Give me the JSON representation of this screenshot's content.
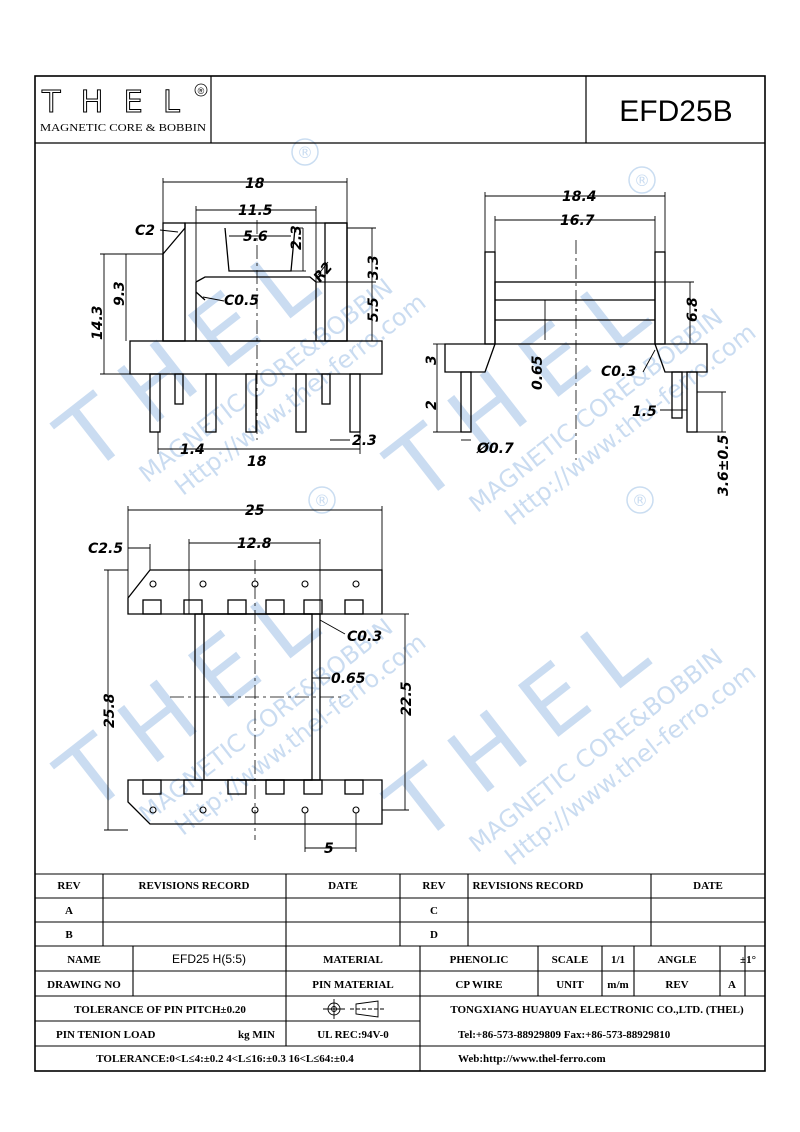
{
  "header": {
    "logo_text": "THEL",
    "logo_registered": "®",
    "logo_subtitle": "MAGNETIC CORE & BOBBIN",
    "part_number": "EFD25B"
  },
  "watermark": {
    "logo": "THEL",
    "line1": "MAGNETIC CORE&BOBBIN",
    "line2": "Http://www.thel-ferro.com",
    "mark": "®"
  },
  "dimensions": {
    "front": {
      "width_top": "18",
      "inner_width": "11.5",
      "slot_width": "5.6",
      "slot_depth": "2.3",
      "chamfer": "C2",
      "radius": "R2",
      "height_total": "14.3",
      "height_body": "9.3",
      "top_step": "3.3",
      "mid_height": "5.5",
      "inner_chamfer": "C0.5",
      "pin_dia_pitch": "1.4",
      "pin_offset": "2.3",
      "base_width": "18"
    },
    "side": {
      "width_total": "18.4",
      "width_inner": "16.7",
      "flange_height": "6.8",
      "wall": "0.65",
      "chamfer": "C0.3",
      "base_height": "3",
      "pin_stub": "2",
      "pin_dia": "Ø0.7",
      "pin_gap": "1.5",
      "pin_length": "3.6±0.5"
    },
    "bottom": {
      "width_total": "25",
      "inner_width": "12.8",
      "chamfer": "C2.5",
      "inner_chamfer": "C0.3",
      "wall": "0.65",
      "height_total": "25.8",
      "window_height": "22.5",
      "pin_pitch": "5"
    }
  },
  "title_block": {
    "rev_label": "REV",
    "revisions_label": "REVISIONS RECORD",
    "date_label": "DATE",
    "rev_a": "A",
    "rev_b": "B",
    "rev_c": "C",
    "rev_d": "D",
    "name_label": "NAME",
    "name_value": "EFD25 H(5:5)",
    "material_label": "MATERIAL",
    "material_value": "PHENOLIC",
    "scale_label": "SCALE",
    "scale_value": "1/1",
    "angle_label": "ANGLE",
    "angle_value": "±1°",
    "drawing_no_label": "DRAWING NO",
    "pin_material_label": "PIN MATERIAL",
    "pin_material_value": "CP WIRE",
    "unit_label": "UNIT",
    "unit_value": "m/m",
    "rev_field_label": "REV",
    "rev_field_value": "A",
    "tolerance_pitch": "TOLERANCE OF PIN PITCH±0.20",
    "company": "TONGXIANG HUAYUAN ELECTRONIC CO.,LTD.  (THEL)",
    "pin_tension": "PIN TENION LOAD",
    "pin_tension_unit": "kg MIN",
    "ul_rec": "UL REC:94V-0",
    "phone": "Tel:+86-573-88929809 Fax:+86-573-88929810",
    "tolerance": "TOLERANCE:0<L≤4:±0.2  4<L≤16:±0.3  16<L≤64:±0.4",
    "web": "Web:http://www.thel-ferro.com"
  }
}
